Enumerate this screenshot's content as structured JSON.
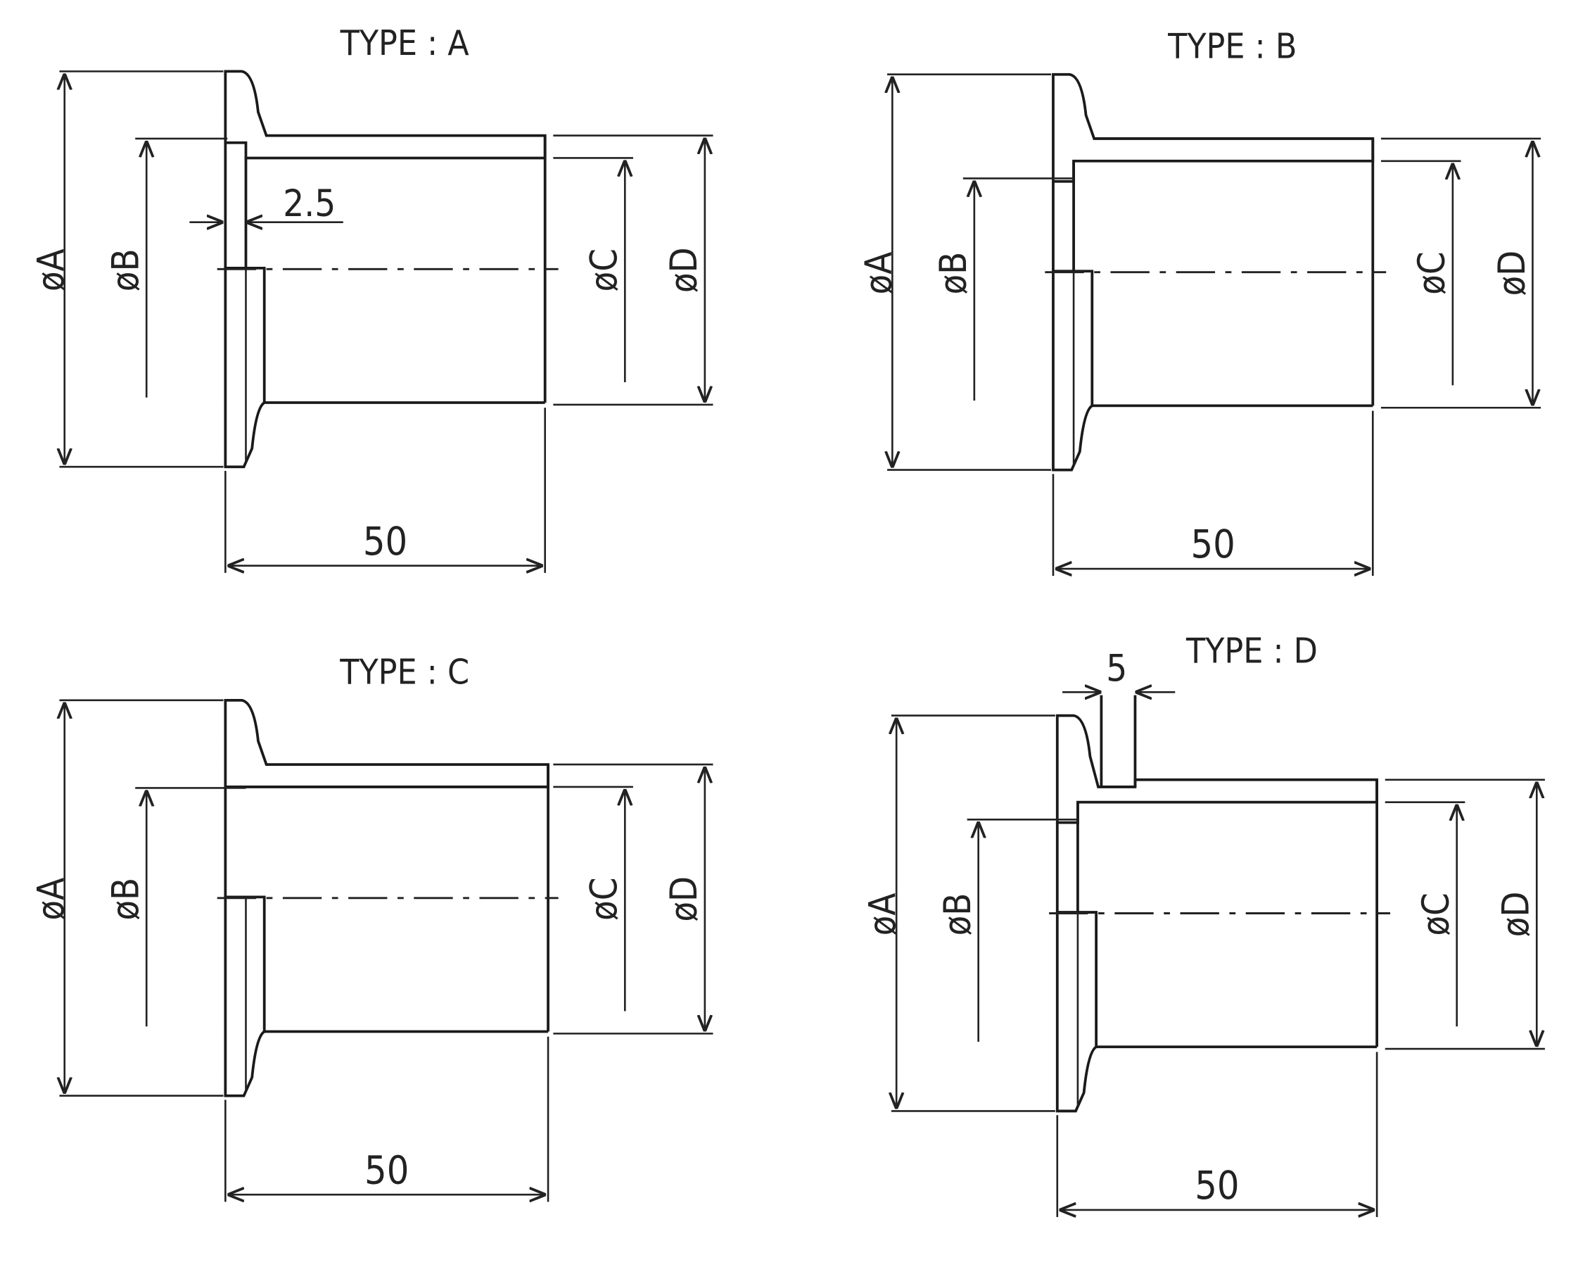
{
  "drawings": [
    {
      "title": "TYPE : A",
      "dia_a": "øA",
      "dia_b": "øB",
      "dia_c": "øC",
      "dia_d": "øD",
      "length": "50",
      "extra_dim": "2.5"
    },
    {
      "title": "TYPE : B",
      "dia_a": "øA",
      "dia_b": "øB",
      "dia_c": "øC",
      "dia_d": "øD",
      "length": "50"
    },
    {
      "title": "TYPE : C",
      "dia_a": "øA",
      "dia_b": "øB",
      "dia_c": "øC",
      "dia_d": "øD",
      "length": "50"
    },
    {
      "title": "TYPE : D",
      "dia_a": "øA",
      "dia_b": "øB",
      "dia_c": "øC",
      "dia_d": "øD",
      "length": "50",
      "extra_dim": "5"
    }
  ]
}
